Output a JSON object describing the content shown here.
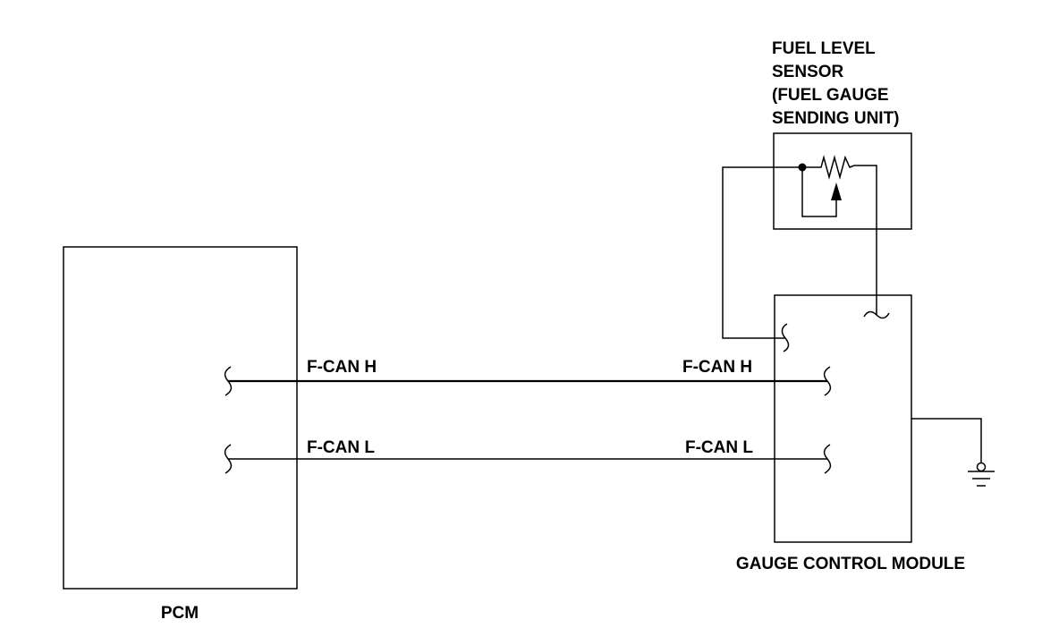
{
  "components": {
    "pcm": {
      "label": "PCM"
    },
    "gauge_control_module": {
      "label": "GAUGE CONTROL MODULE"
    },
    "fuel_level_sensor": {
      "label_lines": [
        "FUEL LEVEL",
        "SENSOR",
        "(FUEL GAUGE",
        "SENDING UNIT)"
      ]
    }
  },
  "wires": {
    "can_h": {
      "left_label": "F-CAN H",
      "right_label": "F-CAN H"
    },
    "can_l": {
      "left_label": "F-CAN L",
      "right_label": "F-CAN L"
    }
  },
  "icons": [
    "connector-terminal-icon",
    "variable-resistor-icon",
    "ground-icon"
  ],
  "colors": {
    "line": "#000000",
    "background": "#ffffff"
  }
}
